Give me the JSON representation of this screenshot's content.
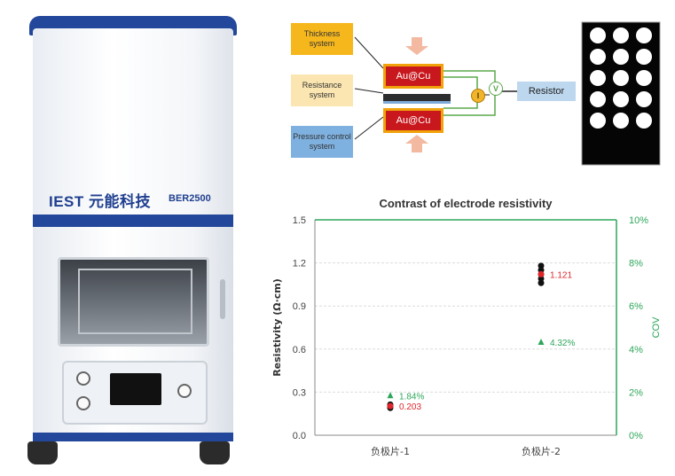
{
  "instrument": {
    "brand": "IEST 元能科技",
    "model": "BER2500"
  },
  "diagram": {
    "systems": [
      "Thickness system",
      "Resistance system",
      "Pressure control system"
    ],
    "electrode_top": "Au@Cu",
    "electrode_bottom": "Au@Cu",
    "current_symbol": "I",
    "voltage_symbol": "V",
    "resistor_label": "Resistor",
    "colors": {
      "thickness": "#f6b71d",
      "resistance": "#fbe6b1",
      "pressure": "#7fb1e0",
      "electrode": "#c8181e",
      "wire": "#5aa84b"
    }
  },
  "chart_data": {
    "type": "scatter",
    "title": "Contrast of electrode resistivity",
    "ylabel": "Resistivity (Ω·cm)",
    "y2label": "COV",
    "categories": [
      "负极片-1",
      "负极片-2"
    ],
    "ylim": [
      0,
      1.5
    ],
    "yticks": [
      "0.0",
      "0.3",
      "0.6",
      "0.9",
      "1.2",
      "1.5"
    ],
    "y2lim": [
      0,
      10
    ],
    "y2ticks": [
      "0%",
      "2%",
      "4%",
      "6%",
      "8%",
      "10%"
    ],
    "grid": true,
    "series": [
      {
        "points": [
          [
            0,
            0.19
          ],
          [
            0,
            0.202
          ],
          [
            0,
            0.214
          ],
          [
            1,
            1.06
          ],
          [
            1,
            1.09
          ],
          [
            1,
            1.12
          ],
          [
            1,
            1.15
          ],
          [
            1,
            1.18
          ]
        ],
        "color": "#111111",
        "axis": "left"
      },
      {
        "points": [
          [
            0,
            0.203
          ],
          [
            1,
            1.121
          ]
        ],
        "color": "#e0252b",
        "axis": "left"
      },
      {
        "points": [
          [
            0,
            1.84
          ],
          [
            1,
            4.32
          ]
        ],
        "color": "#2ea65a",
        "axis": "right"
      }
    ],
    "annotations": [
      {
        "text": "0.203",
        "x": 0,
        "y": 0.203,
        "axis": "left",
        "color": "#e0252b"
      },
      {
        "text": "1.121",
        "x": 1,
        "y": 1.121,
        "axis": "left",
        "color": "#e0252b"
      },
      {
        "text": "1.84%",
        "x": 0,
        "y": 1.84,
        "axis": "right",
        "color": "#2ea65a"
      },
      {
        "text": "4.32%",
        "x": 1,
        "y": 4.32,
        "axis": "right",
        "color": "#2ea65a"
      }
    ],
    "colors": {
      "left_axis": "#333333",
      "right_axis": "#2ea65a"
    }
  }
}
